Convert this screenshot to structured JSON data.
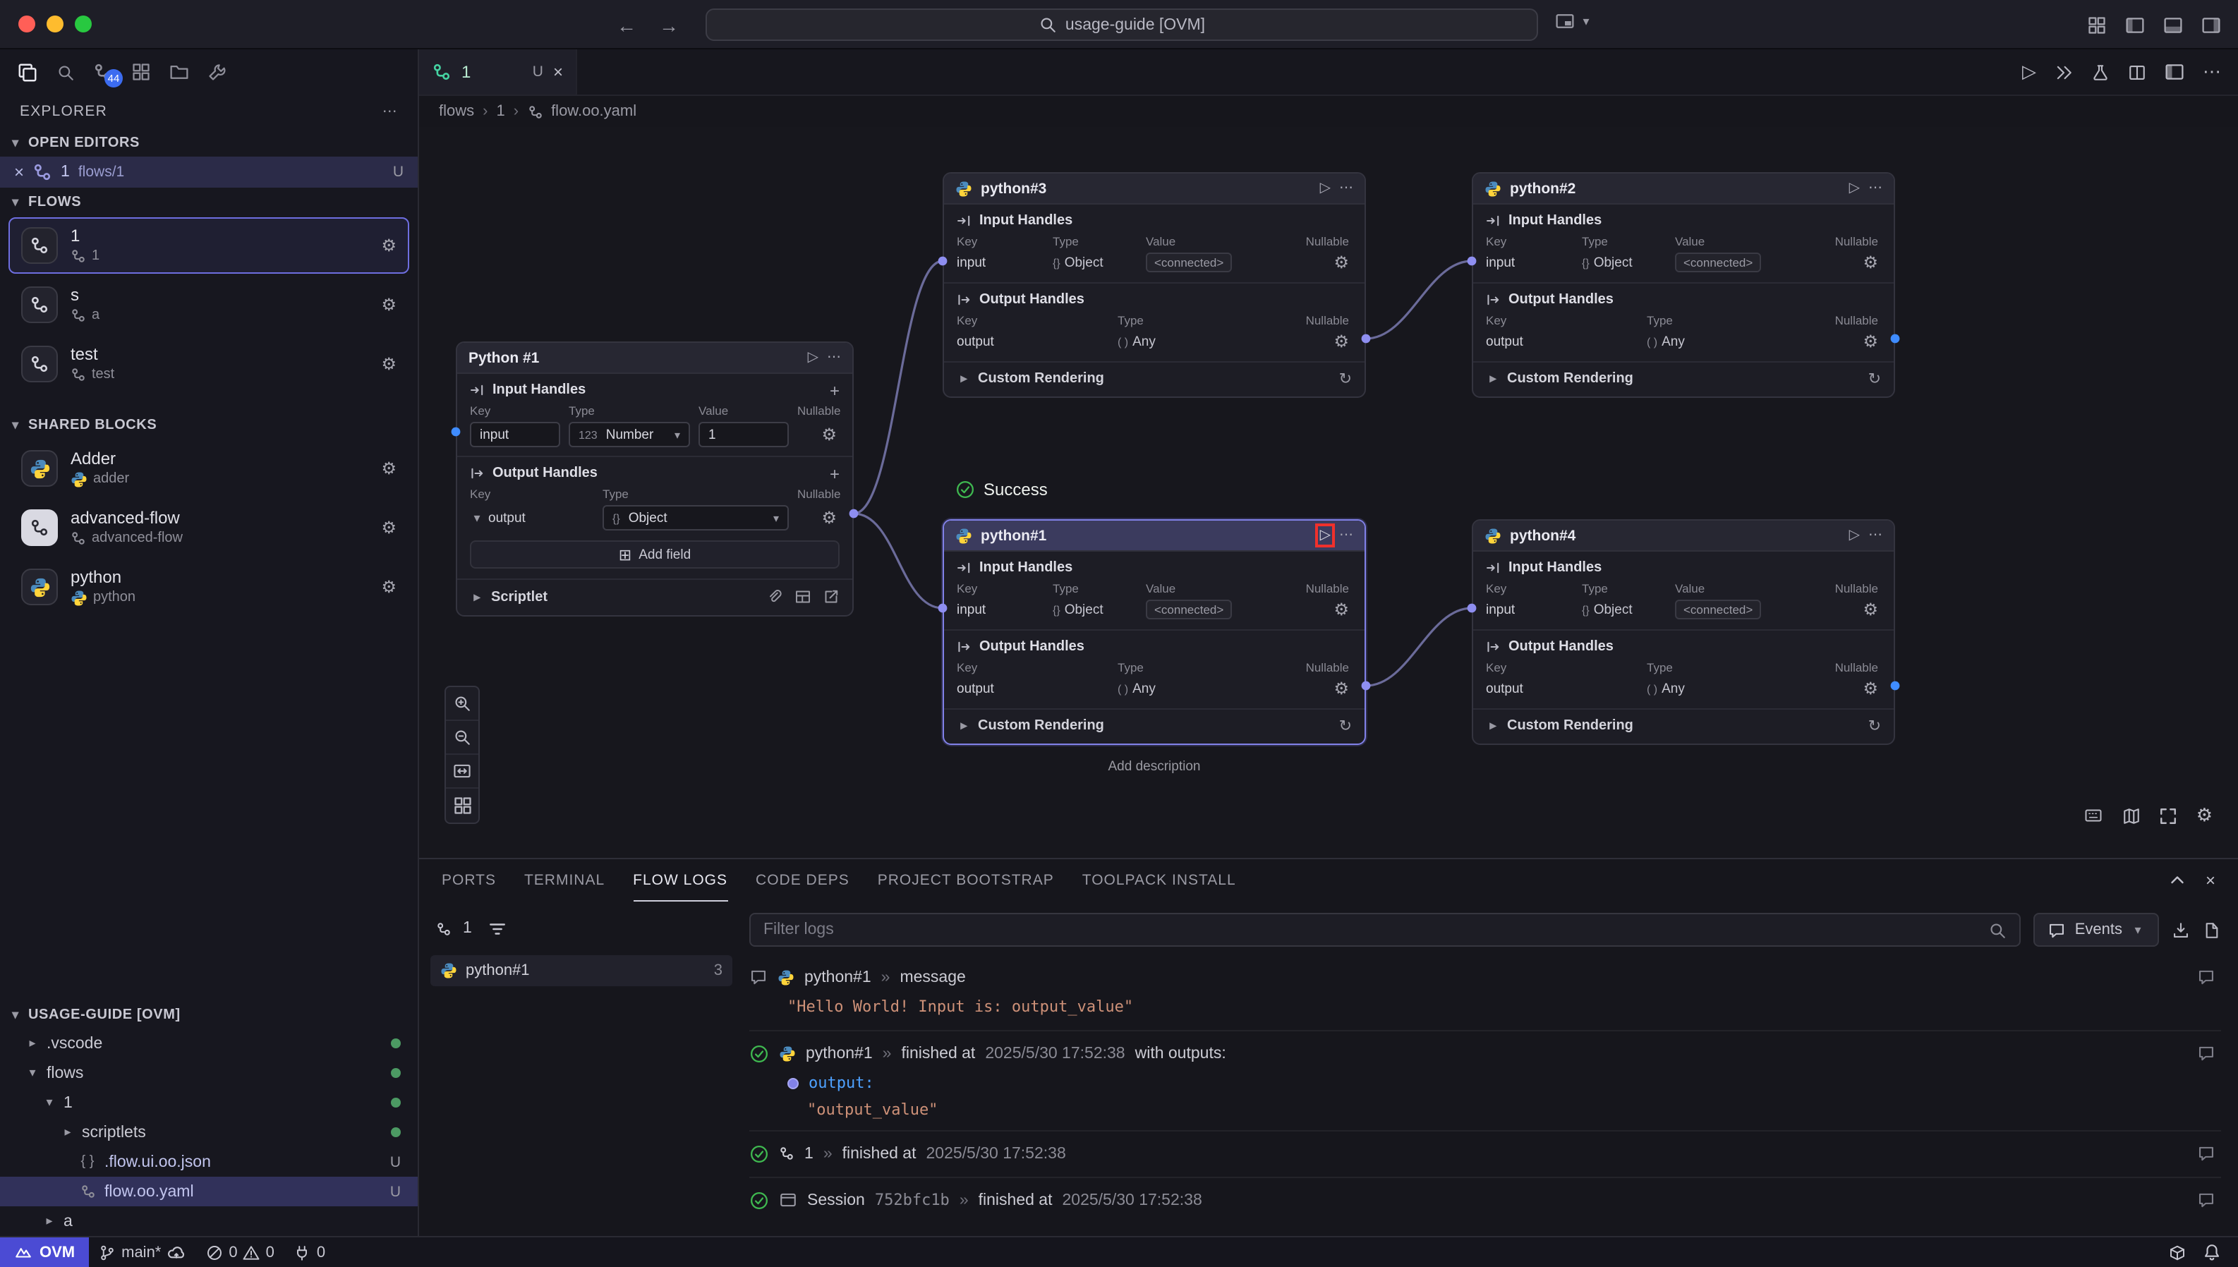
{
  "titlebar": {
    "search_text": "usage-guide [OVM]"
  },
  "activity": {
    "flows_badge": "44"
  },
  "sidebar": {
    "explorer_title": "EXPLORER",
    "open_editors": {
      "header": "OPEN EDITORS",
      "item_label": "1",
      "item_description": "flows/1",
      "item_badge": "U"
    },
    "flows_section": {
      "header": "FLOWS",
      "items": [
        {
          "title": "1",
          "subtitle": "1"
        },
        {
          "title": "s",
          "subtitle": "a"
        },
        {
          "title": "test",
          "subtitle": "test"
        }
      ]
    },
    "shared_blocks": {
      "header": "SHARED BLOCKS",
      "items": [
        {
          "title": "Adder",
          "subtitle": "adder"
        },
        {
          "title": "advanced-flow",
          "subtitle": "advanced-flow"
        },
        {
          "title": "python",
          "subtitle": "python"
        }
      ]
    },
    "workspace": {
      "header": "USAGE-GUIDE [OVM]",
      "items": [
        {
          "name": ".vscode"
        },
        {
          "name": "flows"
        },
        {
          "name": "1"
        },
        {
          "name": "scriptlets"
        },
        {
          "name": ".flow.ui.oo.json",
          "badge": "U"
        },
        {
          "name": "flow.oo.yaml",
          "badge": "U"
        },
        {
          "name": "a"
        }
      ]
    }
  },
  "editor": {
    "tab_label": "1",
    "tab_modified": "U",
    "breadcrumbs": [
      "flows",
      "1",
      "flow.oo.yaml"
    ]
  },
  "canvas": {
    "success_label": "Success",
    "add_description": "Add description",
    "form_node": {
      "title": "Python #1",
      "input_section": "Input Handles",
      "output_section": "Output Handles",
      "col_key": "Key",
      "col_type": "Type",
      "col_value": "Value",
      "col_nullable": "Nullable",
      "input_key": "input",
      "input_type_prefix": "123",
      "input_type": "Number",
      "input_value": "1",
      "output_key": "output",
      "output_type_prefix": "{}",
      "output_type": "Object",
      "add_field": "Add field",
      "scriptlet": "Scriptlet"
    },
    "node_common": {
      "input_section": "Input Handles",
      "output_section": "Output Handles",
      "col_key": "Key",
      "col_type": "Type",
      "col_value": "Value",
      "col_nullable": "Nullable",
      "input_key": "input",
      "input_type_prefix": "{}",
      "input_type": "Object",
      "input_value": "<connected>",
      "output_key": "output",
      "output_type_prefix": "( )",
      "output_type": "Any",
      "custom_rendering": "Custom Rendering"
    },
    "nodes": [
      {
        "name": "python#3"
      },
      {
        "name": "python#2"
      },
      {
        "name": "python#1",
        "selected": true,
        "highlight_play": true
      },
      {
        "name": "python#4"
      }
    ]
  },
  "panel": {
    "tabs": [
      {
        "label": "PORTS"
      },
      {
        "label": "TERMINAL"
      },
      {
        "label": "FLOW LOGS"
      },
      {
        "label": "CODE DEPS"
      },
      {
        "label": "PROJECT BOOTSTRAP"
      },
      {
        "label": "TOOLPACK INSTALL"
      }
    ],
    "flow_selector": "1",
    "node_list": [
      {
        "name": "python#1",
        "count": "3"
      }
    ],
    "filter_placeholder": "Filter logs",
    "events_button": "Events",
    "logs": {
      "sep": "»",
      "msg_node": "python#1",
      "msg_label": "message",
      "msg_body": "\"Hello World! Input is: output_value\"",
      "fin_node": "python#1",
      "fin_text": "finished at",
      "fin_time": "2025/5/30 17:52:38",
      "fin_suffix": "with outputs:",
      "out_key": "output:",
      "out_value": "\"output_value\"",
      "flow_node": "1",
      "flow_text": "finished at",
      "flow_time": "2025/5/30 17:52:38",
      "session_label": "Session",
      "session_id": "752bfc1b",
      "session_text": "finished at",
      "session_time": "2025/5/30 17:52:38"
    }
  },
  "statusbar": {
    "app_badge": "OVM",
    "branch": "main*",
    "errors": "0",
    "warnings": "0",
    "ports": "0"
  }
}
